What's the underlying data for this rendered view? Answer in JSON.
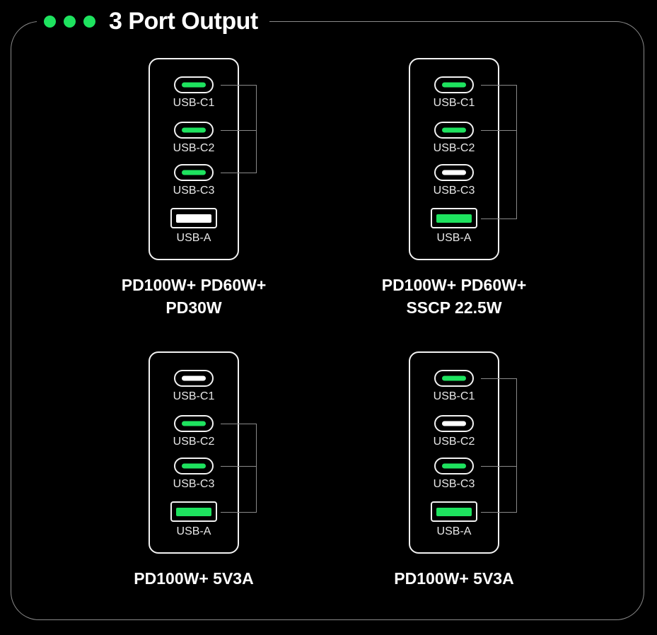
{
  "title": "3 Port Output",
  "accent_color": "#1ee35f",
  "panels": [
    {
      "caption_lines": [
        "PD100W+ PD60W+",
        "PD30W"
      ],
      "ports": [
        {
          "label": "USB-C1",
          "type": "c",
          "active": true
        },
        {
          "label": "USB-C2",
          "type": "c",
          "active": true
        },
        {
          "label": "USB-C3",
          "type": "c",
          "active": true
        },
        {
          "label": "USB-A",
          "type": "a",
          "active": false
        }
      ]
    },
    {
      "caption_lines": [
        "PD100W+ PD60W+",
        "SSCP 22.5W"
      ],
      "ports": [
        {
          "label": "USB-C1",
          "type": "c",
          "active": true
        },
        {
          "label": "USB-C2",
          "type": "c",
          "active": true
        },
        {
          "label": "USB-C3",
          "type": "c",
          "active": false
        },
        {
          "label": "USB-A",
          "type": "a",
          "active": true
        }
      ]
    },
    {
      "caption_lines": [
        "PD100W+ 5V3A"
      ],
      "ports": [
        {
          "label": "USB-C1",
          "type": "c",
          "active": false
        },
        {
          "label": "USB-C2",
          "type": "c",
          "active": true
        },
        {
          "label": "USB-C3",
          "type": "c",
          "active": true
        },
        {
          "label": "USB-A",
          "type": "a",
          "active": true
        }
      ]
    },
    {
      "caption_lines": [
        "PD100W+ 5V3A"
      ],
      "ports": [
        {
          "label": "USB-C1",
          "type": "c",
          "active": true
        },
        {
          "label": "USB-C2",
          "type": "c",
          "active": false
        },
        {
          "label": "USB-C3",
          "type": "c",
          "active": true
        },
        {
          "label": "USB-A",
          "type": "a",
          "active": true
        }
      ]
    }
  ]
}
